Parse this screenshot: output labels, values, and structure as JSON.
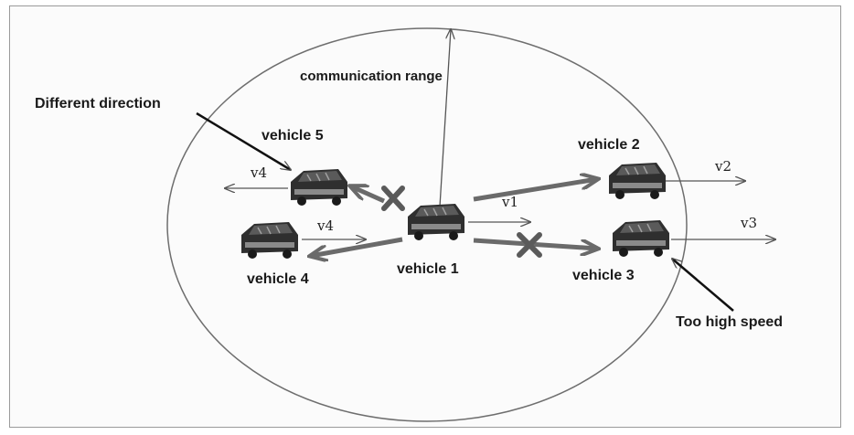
{
  "labels": {
    "communication_range": "communication range",
    "different_direction": "Different direction",
    "too_high_speed": "Too high speed"
  },
  "vehicles": {
    "v1": "vehicle 1",
    "v2": "vehicle 2",
    "v3": "vehicle 3",
    "v4": "vehicle 4",
    "v5": "vehicle 5"
  },
  "velocities": {
    "v1": "v1",
    "v2": "v2",
    "v3": "v3",
    "v4_top": "v4",
    "v4_bottom": "v4"
  },
  "colors": {
    "circle": "#6e6e6e",
    "thin_arrow": "#555555",
    "bold_arrow": "#6a6a6a",
    "cross": "#5a5a5a",
    "car": "#2f2f2f"
  }
}
